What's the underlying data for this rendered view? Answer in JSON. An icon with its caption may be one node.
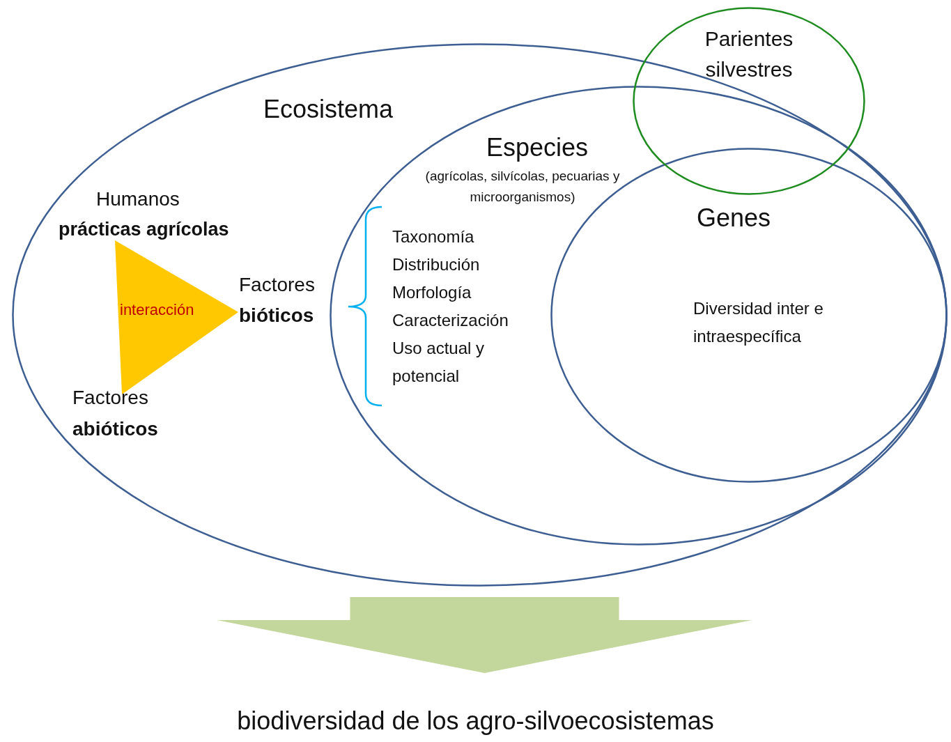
{
  "diagram": {
    "nodes": [
      {
        "text": [
          "Ecosistema"
        ]
      },
      {
        "text": [
          "Especies",
          "(agrícolas, silvícolas, pecuarias y microorganismos)",
          "Taxonomía",
          "Distribución",
          "Morfología",
          "Caracterización",
          "Uso actual y potencial"
        ],
        "in": 0
      },
      {
        "text": [
          "Genes",
          "Diversidad inter e intraespecífica"
        ],
        "in": 1
      },
      {
        "text": [
          "Parientes silvestres"
        ]
      },
      {
        "text": [
          "interacción"
        ],
        "in": 0
      },
      {
        "text": [
          "biodiversidad de los agro-silvoecosistemas"
        ]
      }
    ],
    "edges": [
      {
        "from": 0,
        "to": 5,
        "arrow": "to",
        "style": "thick",
        "color": "#c3d69b"
      }
    ],
    "labels": [
      "Humanos",
      "prácticas agrícolas",
      "Factores",
      "bióticos",
      "Factores",
      "abióticos"
    ]
  }
}
